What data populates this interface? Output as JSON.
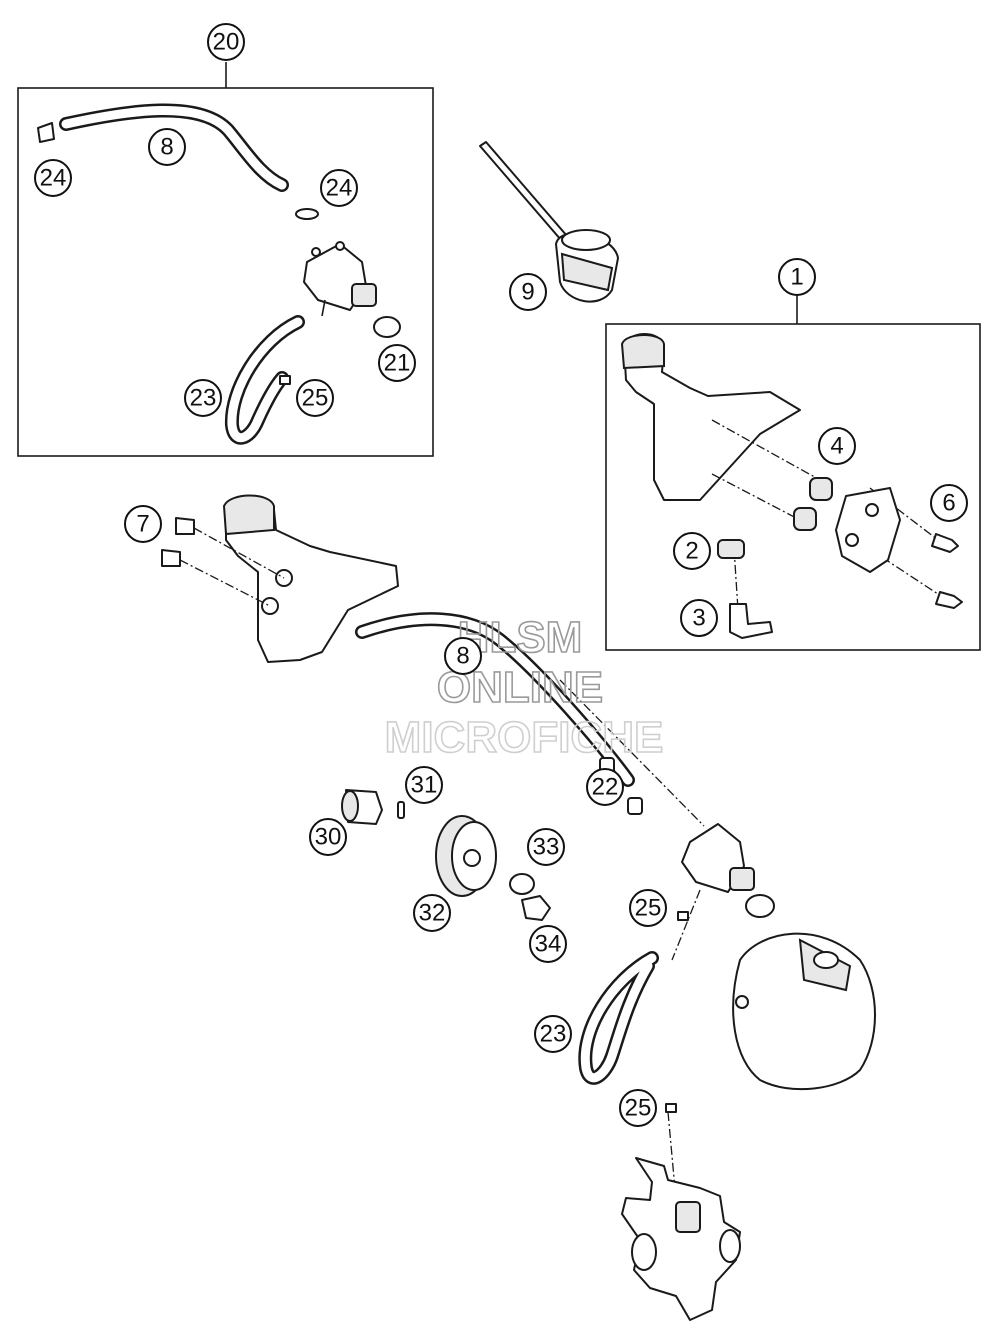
{
  "callouts": {
    "c20": "20",
    "c8a": "8",
    "c24a": "24",
    "c24b": "24",
    "c21": "21",
    "c23a": "23",
    "c25a": "25",
    "c9": "9",
    "c1": "1",
    "c4": "4",
    "c6": "6",
    "c2": "2",
    "c3": "3",
    "c7": "7",
    "c8b": "8",
    "c22": "22",
    "c31": "31",
    "c30": "30",
    "c33": "33",
    "c32": "32",
    "c34": "34",
    "c25b": "25",
    "c23b": "23",
    "c25c": "25"
  },
  "watermark": {
    "line1": "HLSM",
    "line2": "ONLINE",
    "line3": "MICROFICHE"
  }
}
